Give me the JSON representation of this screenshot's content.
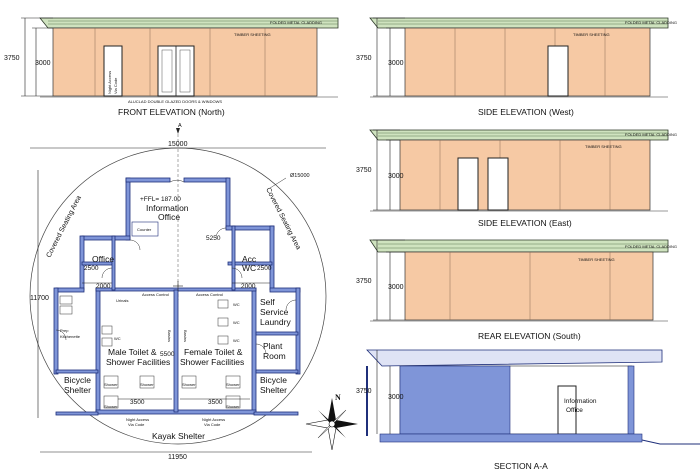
{
  "elevations": {
    "front": {
      "caption": "FRONT ELEVATION (North)",
      "roof_label": "FOLDED METAL CLADDING",
      "wall_label": "TIMBER SHEETING",
      "dim_total": "3750",
      "dim_wall": "3000",
      "door_note_line1": "Night Access",
      "door_note_line2": "Via Code",
      "footnote": "ALUCLAD DOUBLE GLAZED DOORS & WINDOWS"
    },
    "west": {
      "caption": "SIDE ELEVATION (West)",
      "roof_label": "FOLDED METAL CLADDING",
      "wall_label": "TIMBER SHEETING",
      "dim_total": "3750",
      "dim_wall": "3000"
    },
    "east": {
      "caption": "SIDE ELEVATION (East)",
      "roof_label": "FOLDED METAL CLADDING",
      "wall_label": "TIMBER SHEETING",
      "dim_total": "3750",
      "dim_wall": "3000"
    },
    "south": {
      "caption": "REAR ELEVATION (South)",
      "roof_label": "FOLDED METAL CLADDING",
      "wall_label": "TIMBER SHEETING",
      "dim_total": "3750",
      "dim_wall": "3000"
    }
  },
  "section": {
    "caption": "SECTION A-A",
    "dim_total": "3750",
    "dim_wall": "3000",
    "room_line1": "Information",
    "room_line2": "Office"
  },
  "plan": {
    "section_marker": "A",
    "dim_top": "15000",
    "dim_bottom": "11950",
    "dim_left": "11700",
    "diameter": "Ø15000",
    "ffl": "+FFL= 187.00",
    "seating_left": "Covered Seating Area",
    "seating_right": "Covered Seating Area",
    "info_line1": "Information",
    "info_line2": "Office",
    "counter": "Counter",
    "office": "Office",
    "acc_line1": "Acc",
    "acc_line2": "WC",
    "self_service_line1": "Self",
    "self_service_line2": "Service",
    "self_service_line3": "Laundry",
    "plant_line1": "Plant",
    "plant_line2": "Room",
    "male_line1": "Male Toilet &",
    "male_line2": "Shower Facilities",
    "female_line1": "Female Toilet &",
    "female_line2": "Shower Facilities",
    "bicycle_left_line1": "Bicycle",
    "bicycle_left_line2": "Shelter",
    "bicycle_right_line1": "Bicycle",
    "bicycle_right_line2": "Shelter",
    "prep_line1": "Prep",
    "prep_line2": "Kitchenette",
    "kayak": "Kayak Shelter",
    "urinals": "Urinals",
    "access_control": "Access Control",
    "wc": "WC",
    "shower": "Shower",
    "basins": "Basins",
    "night_access_line1": "Night Access",
    "night_access_line2": "Via Code",
    "d2500": "2500",
    "d2000": "2000",
    "d5250": "5250",
    "d5500": "5500",
    "d3500": "3500"
  }
}
